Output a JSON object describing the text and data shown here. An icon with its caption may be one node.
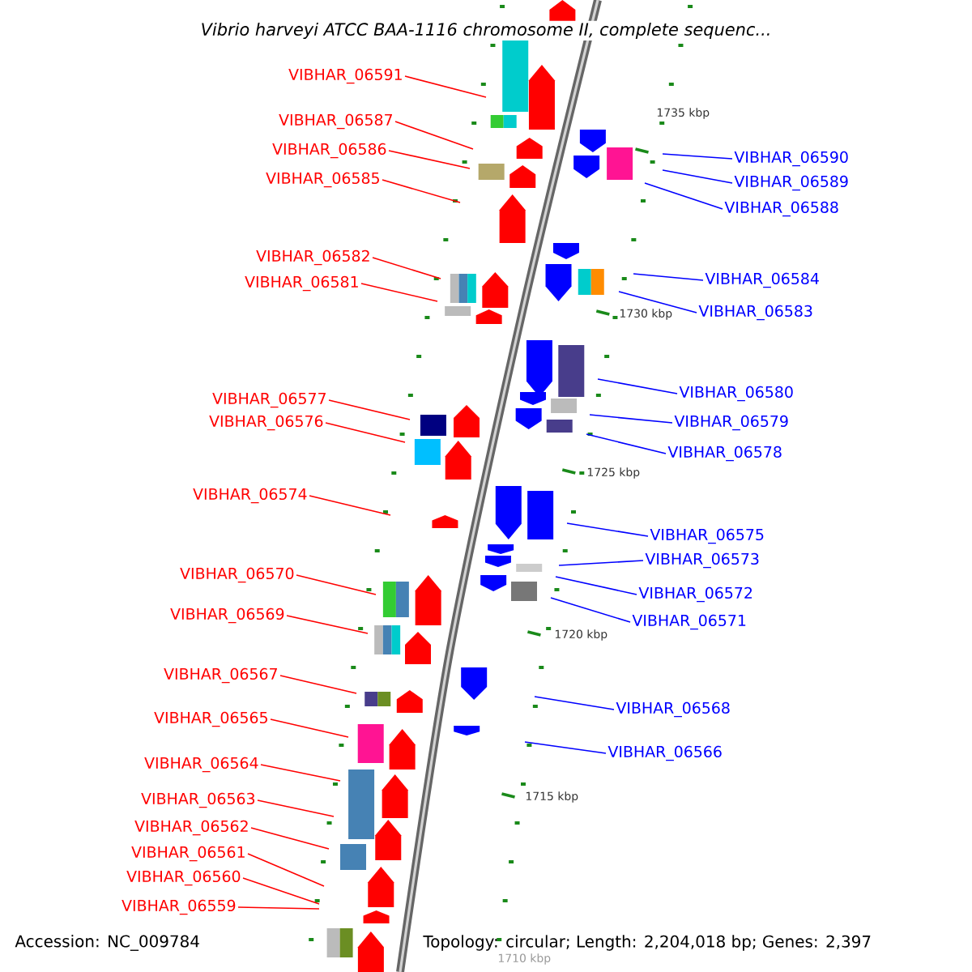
{
  "diagram": {
    "title": "Vibrio harveyi ATCC BAA-1116 chromosome II, complete sequenc...",
    "nodes": [
      {
        "text": [
          "VIBHAR_06591"
        ]
      },
      {
        "text": [
          "VIBHAR_06587"
        ]
      },
      {
        "text": [
          "VIBHAR_06586"
        ]
      },
      {
        "text": [
          "VIBHAR_06585"
        ]
      },
      {
        "text": [
          "VIBHAR_06582"
        ]
      },
      {
        "text": [
          "VIBHAR_06581"
        ]
      },
      {
        "text": [
          "VIBHAR_06577"
        ]
      },
      {
        "text": [
          "VIBHAR_06576"
        ]
      },
      {
        "text": [
          "VIBHAR_06574"
        ]
      },
      {
        "text": [
          "VIBHAR_06570"
        ]
      },
      {
        "text": [
          "VIBHAR_06569"
        ]
      },
      {
        "text": [
          "VIBHAR_06567"
        ]
      },
      {
        "text": [
          "VIBHAR_06565"
        ]
      },
      {
        "text": [
          "VIBHAR_06564"
        ]
      },
      {
        "text": [
          "VIBHAR_06563"
        ]
      },
      {
        "text": [
          "VIBHAR_06562"
        ]
      },
      {
        "text": [
          "VIBHAR_06561"
        ]
      },
      {
        "text": [
          "VIBHAR_06560"
        ]
      },
      {
        "text": [
          "VIBHAR_06559"
        ]
      },
      {
        "text": [
          "VIBHAR_06590"
        ]
      },
      {
        "text": [
          "VIBHAR_06589"
        ]
      },
      {
        "text": [
          "VIBHAR_06588"
        ]
      },
      {
        "text": [
          "VIBHAR_06584"
        ]
      },
      {
        "text": [
          "VIBHAR_06583"
        ]
      },
      {
        "text": [
          "VIBHAR_06580"
        ]
      },
      {
        "text": [
          "VIBHAR_06579"
        ]
      },
      {
        "text": [
          "VIBHAR_06578"
        ]
      },
      {
        "text": [
          "VIBHAR_06575"
        ]
      },
      {
        "text": [
          "VIBHAR_06573"
        ]
      },
      {
        "text": [
          "VIBHAR_06572"
        ]
      },
      {
        "text": [
          "VIBHAR_06571"
        ]
      },
      {
        "text": [
          "VIBHAR_06568"
        ]
      },
      {
        "text": [
          "VIBHAR_06566"
        ]
      }
    ],
    "edges": [
      {
        "from": 0,
        "to": null,
        "arrow": "none"
      },
      {
        "from": 1,
        "to": null,
        "arrow": "none"
      },
      {
        "from": 2,
        "to": null,
        "arrow": "none"
      },
      {
        "from": 3,
        "to": null,
        "arrow": "none"
      },
      {
        "from": 4,
        "to": null,
        "arrow": "none"
      },
      {
        "from": 5,
        "to": null,
        "arrow": "none"
      },
      {
        "from": 6,
        "to": null,
        "arrow": "none"
      },
      {
        "from": 7,
        "to": null,
        "arrow": "none"
      },
      {
        "from": 8,
        "to": null,
        "arrow": "none"
      },
      {
        "from": 9,
        "to": null,
        "arrow": "none"
      },
      {
        "from": 10,
        "to": null,
        "arrow": "none"
      },
      {
        "from": 11,
        "to": null,
        "arrow": "none"
      },
      {
        "from": 12,
        "to": null,
        "arrow": "none"
      },
      {
        "from": 13,
        "to": null,
        "arrow": "none"
      },
      {
        "from": 14,
        "to": null,
        "arrow": "none"
      },
      {
        "from": 15,
        "to": null,
        "arrow": "none"
      },
      {
        "from": 16,
        "to": null,
        "arrow": "none"
      },
      {
        "from": 17,
        "to": null,
        "arrow": "none"
      },
      {
        "from": 18,
        "to": null,
        "arrow": "none"
      },
      {
        "from": 19,
        "to": null,
        "arrow": "none",
        "color": "#0000ff"
      },
      {
        "from": 20,
        "to": null,
        "arrow": "none",
        "color": "#0000ff"
      },
      {
        "from": 21,
        "to": null,
        "arrow": "none",
        "color": "#0000ff"
      },
      {
        "from": 22,
        "to": null,
        "arrow": "none",
        "color": "#0000ff"
      },
      {
        "from": 23,
        "to": null,
        "arrow": "none",
        "color": "#0000ff"
      },
      {
        "from": 24,
        "to": null,
        "arrow": "none",
        "color": "#0000ff"
      },
      {
        "from": 25,
        "to": null,
        "arrow": "none",
        "color": "#0000ff"
      },
      {
        "from": 26,
        "to": null,
        "arrow": "none",
        "color": "#0000ff"
      },
      {
        "from": 27,
        "to": null,
        "arrow": "none",
        "color": "#0000ff"
      },
      {
        "from": 28,
        "to": null,
        "arrow": "none",
        "color": "#0000ff"
      },
      {
        "from": 29,
        "to": null,
        "arrow": "none",
        "color": "#0000ff"
      },
      {
        "from": 30,
        "to": null,
        "arrow": "none",
        "color": "#0000ff"
      },
      {
        "from": 31,
        "to": null,
        "arrow": "none",
        "color": "#0000ff"
      },
      {
        "from": 32,
        "to": null,
        "arrow": "none",
        "color": "#0000ff"
      }
    ],
    "labels": [
      "1735 kbp",
      "1730 kbp",
      "1725 kbp",
      "1720 kbp",
      "1715 kbp",
      "1710 kbp",
      "Accession: NC_009784",
      "Topology: circular; Length: 2,204,018 bp; Genes: 2,397"
    ]
  }
}
